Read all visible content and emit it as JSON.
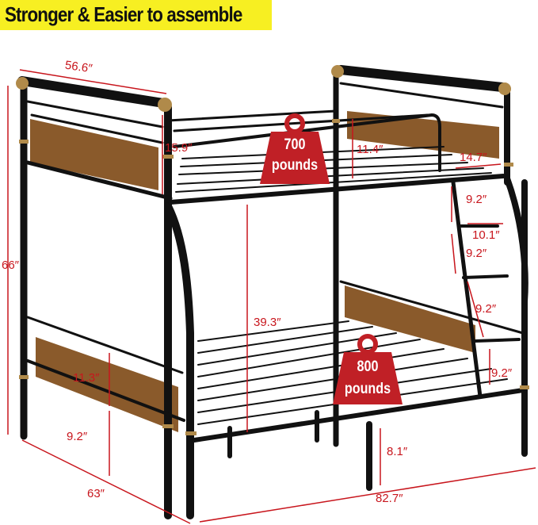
{
  "banner": {
    "text": "Stronger & Easier to assemble",
    "background": "#f7ef22"
  },
  "colors": {
    "dimension": "#c8161d",
    "frame": "#111111",
    "wood": "#8a5a2b",
    "brass": "#b08a4a"
  },
  "weights": {
    "top": {
      "value": "700",
      "unit": "pounds"
    },
    "bottom": {
      "value": "800",
      "unit": "pounds"
    }
  },
  "dimensions": {
    "top_width": "56.6″",
    "total_height": "66″",
    "top_guardrail_height": "15.9″",
    "top_side_rail_height": "11.4″",
    "ladder_width": "14.7″",
    "ladder_step_1": "9.2″",
    "ladder_step_width": "10.1″",
    "ladder_step_2": "9.2″",
    "ladder_step_3": "9.2″",
    "clearance": "39.3″",
    "ladder_step_4": "9.2″",
    "bottom_guardrail_height": "11.3″",
    "bottom_rail_to_floor": "9.2″",
    "under_bed_clearance": "8.1″",
    "bottom_width": "63″",
    "length": "82.7″"
  }
}
